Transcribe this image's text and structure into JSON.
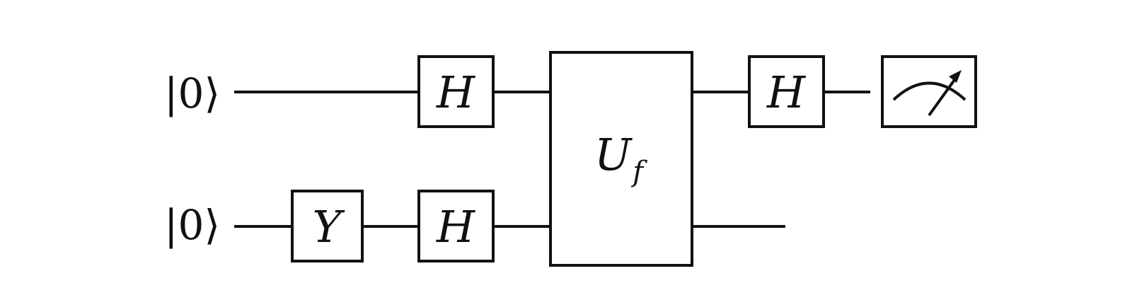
{
  "inputs": [
    {
      "state": "|0⟩"
    },
    {
      "state": "|0⟩"
    }
  ],
  "gates": {
    "h_top_1": "H",
    "y_bottom": "Y",
    "h_bottom": "H",
    "oracle_main": "U",
    "oracle_sub": "f",
    "h_top_2": "H"
  },
  "measurement": {
    "icon": "meter-icon"
  }
}
